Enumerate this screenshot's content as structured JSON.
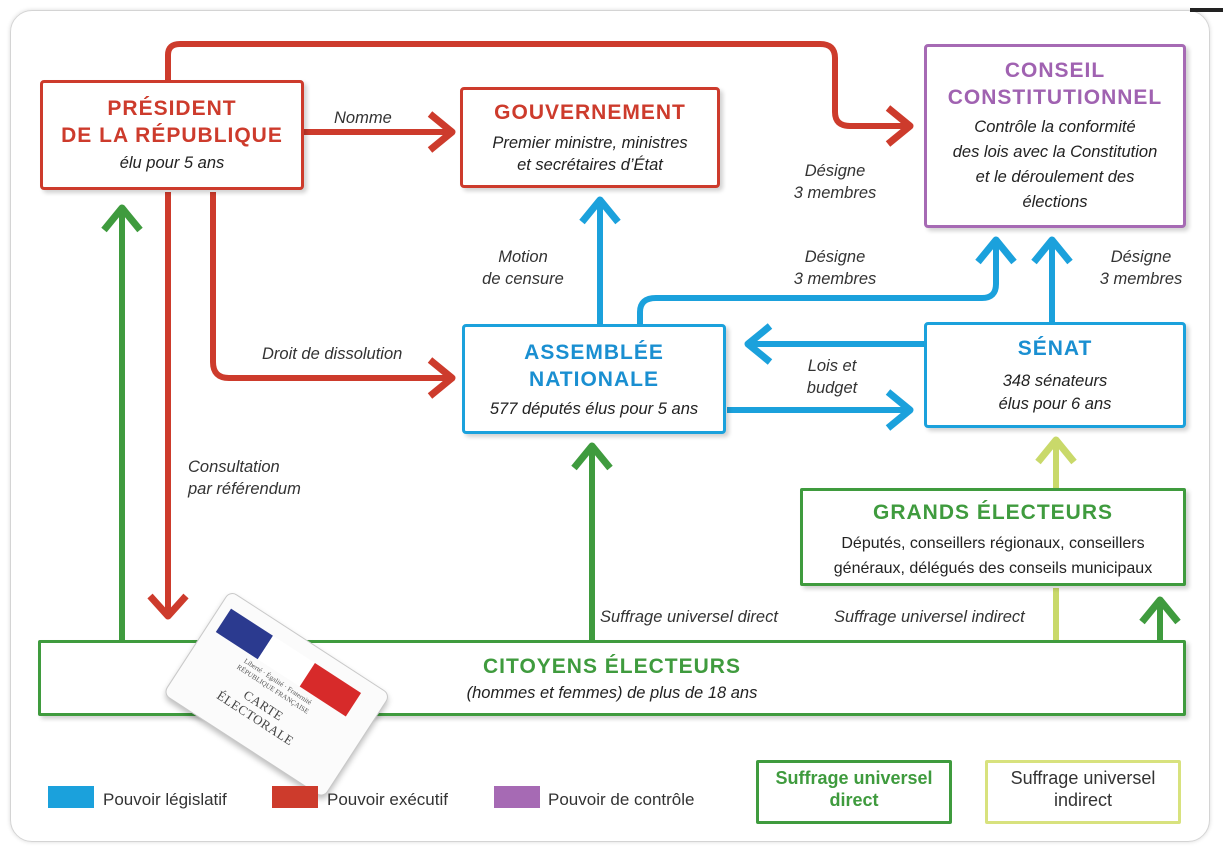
{
  "colors": {
    "legislative": "#1ba1dc",
    "executive": "#cd3b2c",
    "control": "#a66ab4",
    "direct": "#3f9b3e",
    "indirect": "#c9d96a"
  },
  "boxes": {
    "president": {
      "title1": "PRÉSIDENT",
      "title2": "DE LA RÉPUBLIQUE",
      "subtitle": "élu pour 5 ans"
    },
    "gouvernement": {
      "title": "GOUVERNEMENT",
      "sub1": "Premier ministre, ministres",
      "sub2": "et secrétaires d’État"
    },
    "conseil": {
      "title1": "CONSEIL",
      "title2": "CONSTITUTIONNEL",
      "sub1": "Contrôle la conformité",
      "sub2": "des lois avec la Constitution",
      "sub3": "et le déroulement des",
      "sub4": "élections"
    },
    "assemblee": {
      "title1": "ASSEMBLÉE",
      "title2": "NATIONALE",
      "subtitle": "577 députés élus pour 5 ans"
    },
    "senat": {
      "title": "SÉNAT",
      "sub1": "348 sénateurs",
      "sub2": "élus pour 6 ans"
    },
    "grands_electeurs": {
      "title": "GRANDS ÉLECTEURS",
      "sub1": "Députés, conseillers régionaux, conseillers",
      "sub2": "généraux, délégués des conseils municipaux"
    },
    "citoyens": {
      "title": "CITOYENS ÉLECTEURS",
      "subtitle": "(hommes et femmes) de plus de 18 ans"
    }
  },
  "arrow_labels": {
    "nomme": "Nomme",
    "designe_pres_1": "Désigne",
    "designe_pres_2": "3 membres",
    "motion_1": "Motion",
    "motion_2": "de censure",
    "designe_an_1": "Désigne",
    "designe_an_2": "3 membres",
    "designe_sen_1": "Désigne",
    "designe_sen_2": "3 membres",
    "dissolution": "Droit de dissolution",
    "lois_1": "Lois et",
    "lois_2": "budget",
    "referendum_1": "Consultation",
    "referendum_2": "par référendum",
    "suffrage_direct": "Suffrage universel direct",
    "suffrage_indirect": "Suffrage universel indirect"
  },
  "card": {
    "tiny1": "Liberté · Égalité · Fraternité",
    "tiny2": "RÉPUBLIQUE FRANÇAISE",
    "label1": "CARTE",
    "label2": "ÉLECTORALE"
  },
  "legend": {
    "legislatif": "Pouvoir législatif",
    "executif": "Pouvoir exécutif",
    "controle": "Pouvoir de contrôle",
    "direct_1": "Suffrage universel",
    "direct_2": "direct",
    "indirect_1": "Suffrage universel",
    "indirect_2": "indirect"
  }
}
